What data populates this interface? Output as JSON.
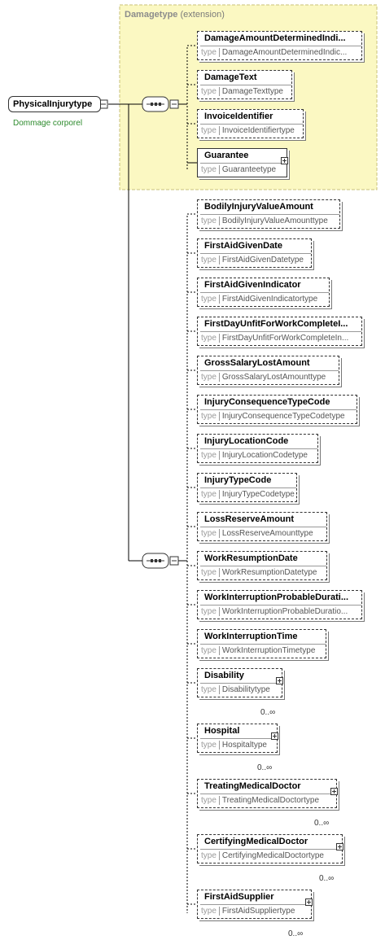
{
  "root": {
    "name": "PhysicalInjurytype",
    "doc": "Dommage corporel"
  },
  "extension": {
    "name": "Damagetype",
    "note": "(extension)"
  },
  "type_keyword": "type",
  "extension_elements": [
    {
      "name": "DamageAmountDeterminedIndi...",
      "type": "DamageAmountDeterminedIndic..."
    },
    {
      "name": "DamageText",
      "type": "DamageTexttype"
    },
    {
      "name": "InvoiceIdentifier",
      "type": "InvoiceIdentifiertype"
    },
    {
      "name": "Guarantee",
      "type": "Guaranteetype"
    }
  ],
  "elements": [
    {
      "name": "BodilyInjuryValueAmount",
      "type": "BodilyInjuryValueAmounttype"
    },
    {
      "name": "FirstAidGivenDate",
      "type": "FirstAidGivenDatetype"
    },
    {
      "name": "FirstAidGivenIndicator",
      "type": "FirstAidGivenIndicatortype"
    },
    {
      "name": "FirstDayUnfitForWorkCompleteI...",
      "type": "FirstDayUnfitForWorkCompleteIn..."
    },
    {
      "name": "GrossSalaryLostAmount",
      "type": "GrossSalaryLostAmounttype"
    },
    {
      "name": "InjuryConsequenceTypeCode",
      "type": "InjuryConsequenceTypeCodetype"
    },
    {
      "name": "InjuryLocationCode",
      "type": "InjuryLocationCodetype"
    },
    {
      "name": "InjuryTypeCode",
      "type": "InjuryTypeCodetype"
    },
    {
      "name": "LossReserveAmount",
      "type": "LossReserveAmounttype"
    },
    {
      "name": "WorkResumptionDate",
      "type": "WorkResumptionDatetype"
    },
    {
      "name": "WorkInterruptionProbableDurati...",
      "type": "WorkInterruptionProbableDuratio..."
    },
    {
      "name": "WorkInterruptionTime",
      "type": "WorkInterruptionTimetype"
    },
    {
      "name": "Disability",
      "type": "Disabilitytype",
      "occurs": "0..∞"
    },
    {
      "name": "Hospital",
      "type": "Hospitaltype",
      "occurs": "0..∞"
    },
    {
      "name": "TreatingMedicalDoctor",
      "type": "TreatingMedicalDoctortype",
      "occurs": "0..∞"
    },
    {
      "name": "CertifyingMedicalDoctor",
      "type": "CertifyingMedicalDoctortype",
      "occurs": "0..∞"
    },
    {
      "name": "FirstAidSupplier",
      "type": "FirstAidSuppliertype",
      "occurs": "0..∞"
    }
  ],
  "colors": {
    "extension_fill": "#fbf8c2",
    "extension_border": "#c9c27a",
    "doc_text": "#2c8a2c",
    "line": "#000000"
  }
}
